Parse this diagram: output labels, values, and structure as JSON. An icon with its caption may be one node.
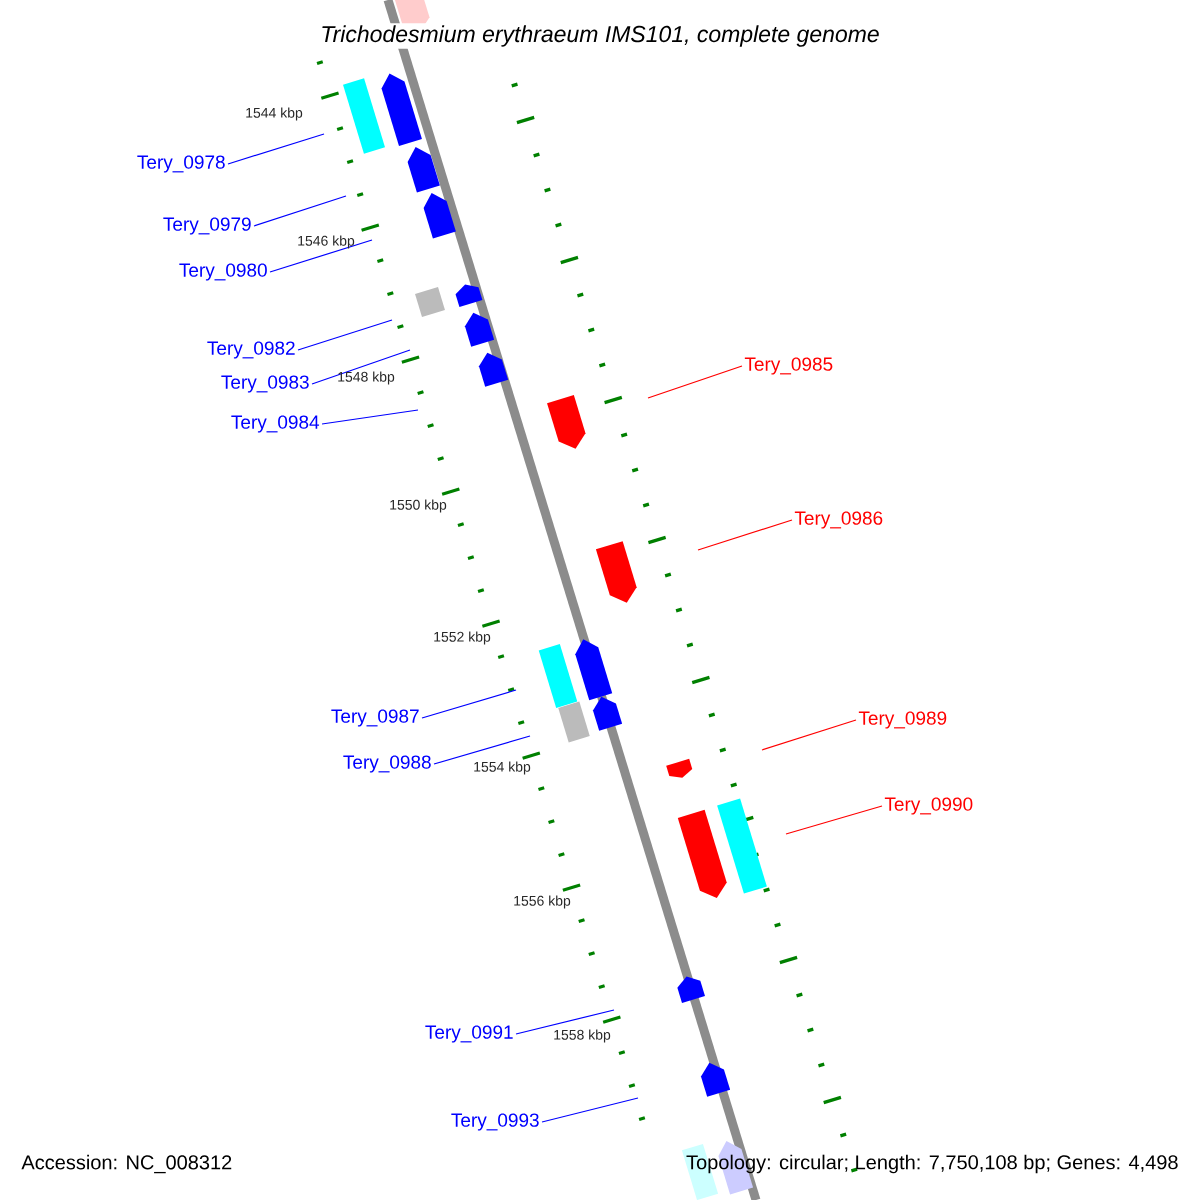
{
  "diagram": {
    "title": "Trichodesmium erythraeum IMS101, complete genome",
    "nodes": [
      {
        "text": [
          "Tery_0978"
        ]
      },
      {
        "text": [
          "Tery_0979"
        ]
      },
      {
        "text": [
          "Tery_0980"
        ]
      },
      {
        "text": [
          "Tery_0982"
        ]
      },
      {
        "text": [
          "Tery_0985"
        ]
      },
      {
        "text": [
          "Tery_0983"
        ]
      },
      {
        "text": [
          "Tery_0984"
        ]
      },
      {
        "text": [
          "Tery_0986"
        ]
      },
      {
        "text": [
          "Tery_0987"
        ]
      },
      {
        "text": [
          "Tery_0989"
        ]
      },
      {
        "text": [
          "Tery_0988"
        ]
      },
      {
        "text": [
          "Tery_0990"
        ]
      },
      {
        "text": [
          "Tery_0991"
        ]
      },
      {
        "text": [
          "Tery_0993"
        ]
      }
    ],
    "edges": [
      {
        "from": 0,
        "to": null,
        "arrow": "none"
      },
      {
        "from": 1,
        "to": null,
        "arrow": "none"
      },
      {
        "from": 2,
        "to": null,
        "arrow": "none"
      },
      {
        "from": 3,
        "to": null,
        "arrow": "none"
      },
      {
        "from": 4,
        "to": null,
        "arrow": "none",
        "color": "#ff0000"
      },
      {
        "from": 5,
        "to": null,
        "arrow": "none"
      },
      {
        "from": 6,
        "to": null,
        "arrow": "none"
      },
      {
        "from": 7,
        "to": null,
        "arrow": "none",
        "color": "#ff0000"
      },
      {
        "from": 8,
        "to": null,
        "arrow": "none"
      },
      {
        "from": 9,
        "to": null,
        "arrow": "none",
        "color": "#ff0000"
      },
      {
        "from": 10,
        "to": null,
        "arrow": "none"
      },
      {
        "from": 11,
        "to": null,
        "arrow": "none",
        "color": "#ff0000"
      },
      {
        "from": 12,
        "to": null,
        "arrow": "none"
      },
      {
        "from": 13,
        "to": null,
        "arrow": "none"
      }
    ],
    "labels": [
      "1544 kbp",
      "1546 kbp",
      "1548 kbp",
      "1550 kbp",
      "1552 kbp",
      "1554 kbp",
      "1556 kbp",
      "1558 kbp",
      "Accession: NC_008312",
      "Topology: circular; Length: 7,750,108 bp; Genes: 4,498"
    ]
  }
}
